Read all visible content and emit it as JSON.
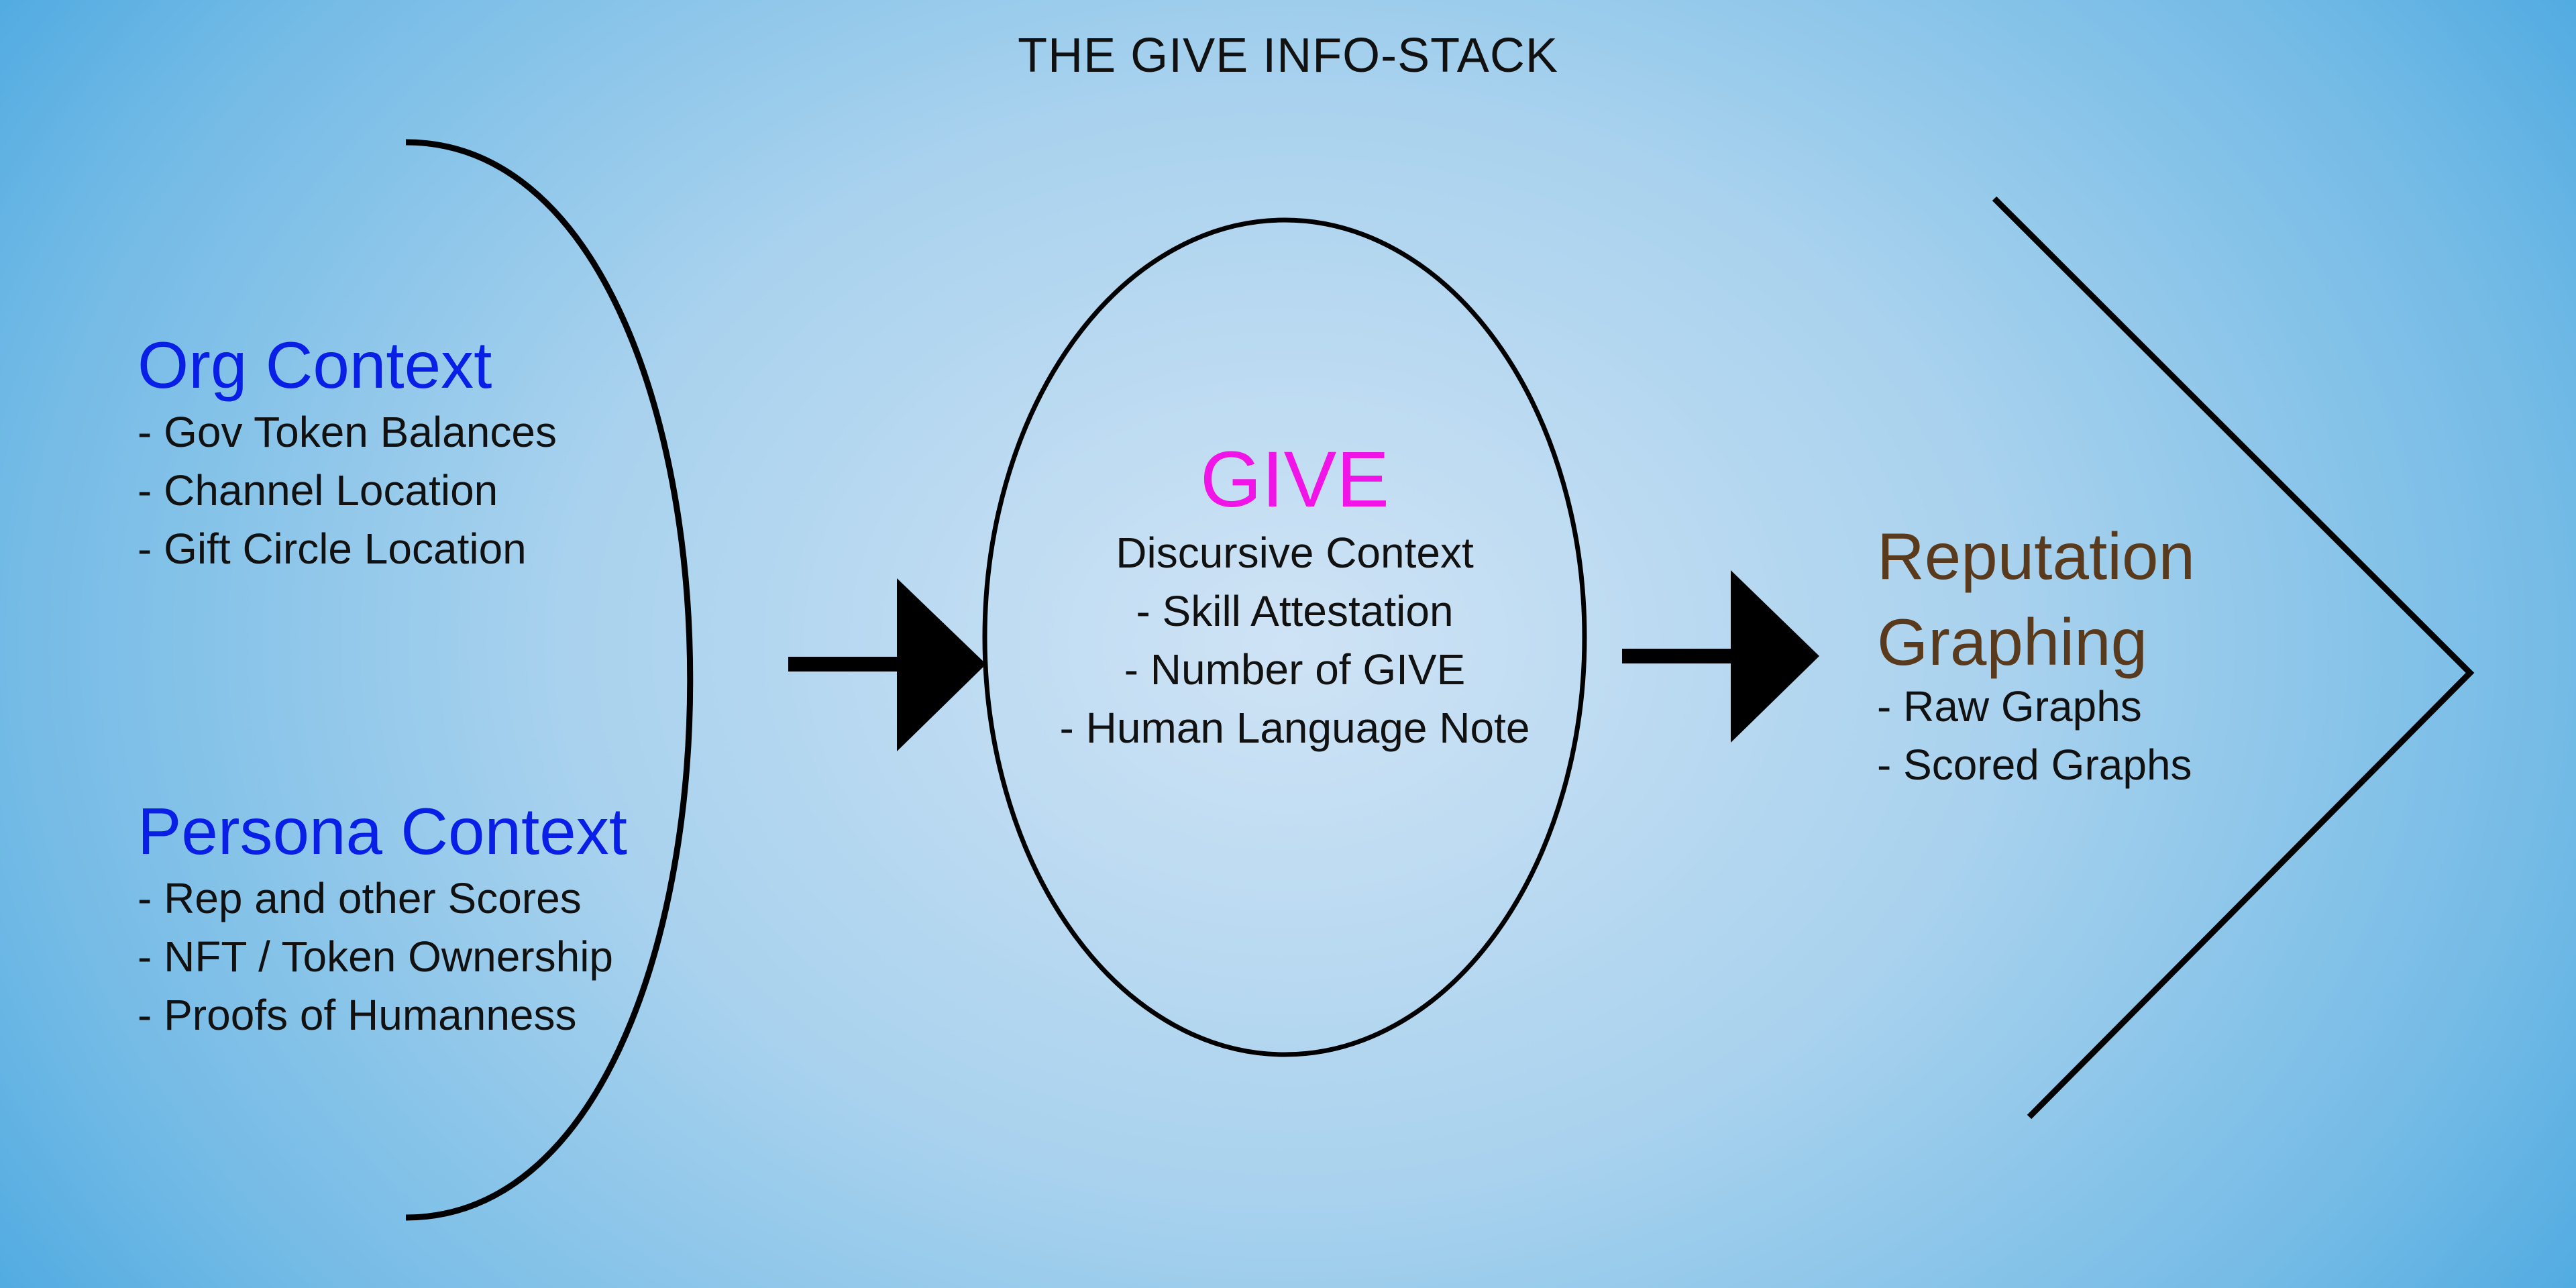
{
  "title": "THE GIVE INFO-STACK",
  "org_context": {
    "heading": "Org Context",
    "items": [
      "Gov Token Balances",
      "Channel Location",
      "Gift Circle Location"
    ]
  },
  "persona_context": {
    "heading": "Persona Context",
    "items": [
      "Rep and other Scores",
      "NFT / Token Ownership",
      "Proofs of Humanness"
    ]
  },
  "give": {
    "heading": "GIVE",
    "subheading": "Discursive Context",
    "items": [
      "Skill Attestation",
      "Number of GIVE",
      "Human Language Note"
    ]
  },
  "reputation": {
    "heading_line1": "Reputation",
    "heading_line2": "Graphing",
    "items": [
      "Raw Graphs",
      "Scored Graphs"
    ]
  },
  "colors": {
    "context_heading": "#0a1fe6",
    "give_heading": "#f014e6",
    "reputation_heading": "#5a3a1c",
    "lines": "#000000"
  }
}
